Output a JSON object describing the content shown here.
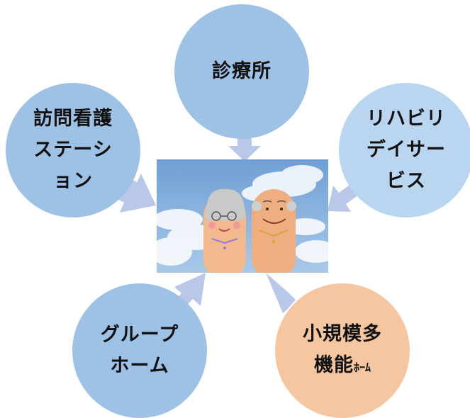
{
  "colors": {
    "node_blue": "#9ec1e6",
    "node_light_blue": "#bad5f0",
    "node_peach": "#f6c6a1",
    "arrow": "#b9c8e8"
  },
  "center": {
    "image": "photo of two fingertips with drawn smiling elderly faces against a blue sky with clouds"
  },
  "nodes": {
    "clinic": {
      "lines": [
        "診療所"
      ]
    },
    "station": {
      "lines": [
        "訪問看護",
        "ステーシ",
        "ョン"
      ]
    },
    "rehab": {
      "lines": [
        "リハビリ",
        "デイサー",
        "ビス"
      ]
    },
    "group_home": {
      "lines": [
        "グループ",
        "ホーム"
      ]
    },
    "shokibo": {
      "line1": "小規模多",
      "line2_main": "機能",
      "line2_small": "ﾎｰﾑ"
    }
  }
}
